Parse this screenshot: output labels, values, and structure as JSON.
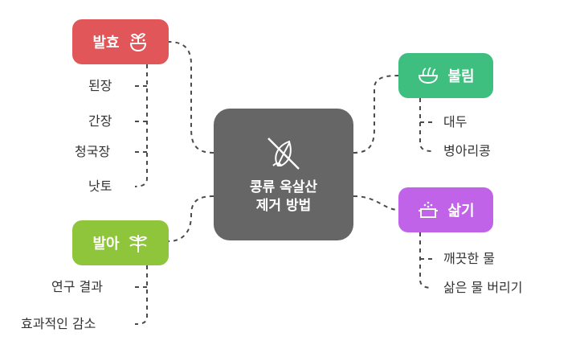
{
  "center": {
    "line1": "콩류 옥살산",
    "line2": "제거 방법",
    "icon": "no-leaf-icon"
  },
  "branches": {
    "fermentation": {
      "label": "발효",
      "color": "#e15759",
      "icon": "sprout-bowl-icon",
      "items": [
        "된장",
        "간장",
        "청국장",
        "낫토"
      ]
    },
    "soaking": {
      "label": "불림",
      "color": "#3fbf7f",
      "icon": "soaking-bowl-icon",
      "items": [
        "대두",
        "병아리콩"
      ]
    },
    "boiling": {
      "label": "삶기",
      "color": "#c163e8",
      "icon": "boiling-pot-icon",
      "items": [
        "깨끗한 물",
        "삶은 물 버리기"
      ]
    },
    "sprouting": {
      "label": "발아",
      "color": "#8fc53a",
      "icon": "sprout-icon",
      "items": [
        "연구 결과",
        "효과적인 감소"
      ]
    }
  }
}
